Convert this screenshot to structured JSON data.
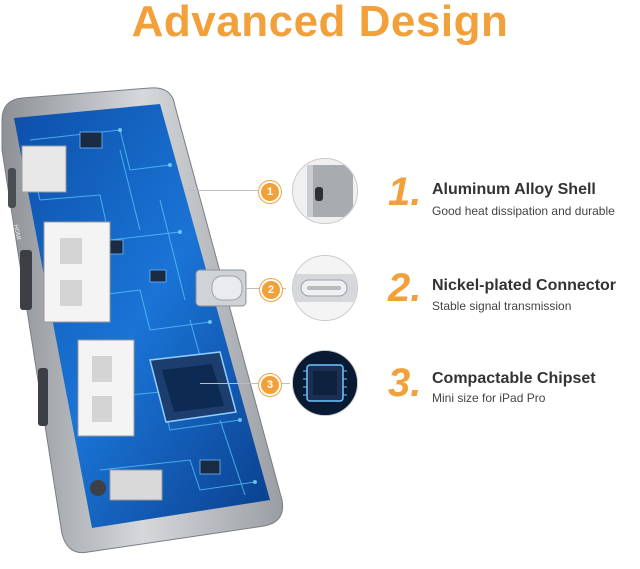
{
  "title": "Advanced Design",
  "accent_color": "#f2a03a",
  "features": [
    {
      "number": "1.",
      "marker": "1",
      "title": "Aluminum Alloy Shell",
      "subtitle": "Good heat dissipation and durable",
      "icon": "aluminum-shell-closeup"
    },
    {
      "number": "2.",
      "marker": "2",
      "title": "Nickel-plated Connector",
      "subtitle": "Stable signal transmission",
      "icon": "usb-c-connector-closeup"
    },
    {
      "number": "3.",
      "marker": "3",
      "title": "Compactable Chipset",
      "subtitle": "Mini size for iPad Pro",
      "icon": "chipset-closeup"
    }
  ],
  "device_port_labels": [
    "HDMI"
  ]
}
